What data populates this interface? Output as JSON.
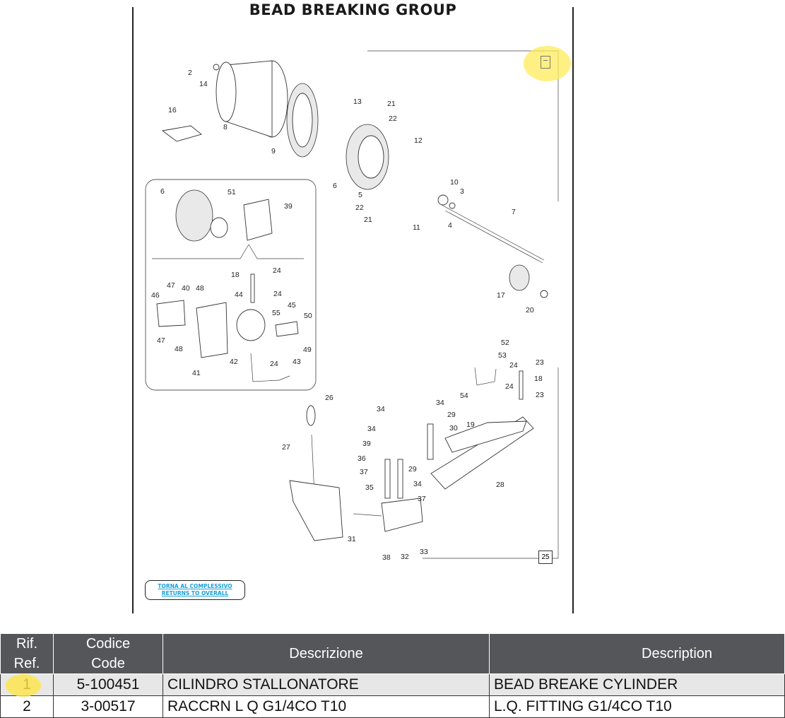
{
  "page": {
    "title": "BEAD BREAKING GROUP",
    "page_number": "25",
    "return_link_it": "TORNA AL COMPLESSIVO",
    "return_link_en": "RETURNS TO OVERALL",
    "highlight_color": "#ffe95a"
  },
  "diagram_labels": {
    "l2": "2",
    "l14": "14",
    "l16": "16",
    "l8": "8",
    "l9": "9",
    "l13": "13",
    "l21a": "21",
    "l22a": "22",
    "l12": "12",
    "l6a": "6",
    "l10": "10",
    "l3": "3",
    "l5": "5",
    "l22b": "22",
    "l21b": "21",
    "l11": "11",
    "l4": "4",
    "l7": "7",
    "l17": "17",
    "l20": "20",
    "l6b": "6",
    "l51": "51",
    "l39a": "39",
    "l18a": "18",
    "l24a": "24",
    "l47a": "47",
    "l40": "40",
    "l48a": "48",
    "l46": "46",
    "l44": "44",
    "l24b": "24",
    "l45": "45",
    "l55": "55",
    "l50": "50",
    "l47b": "47",
    "l48b": "48",
    "l49": "49",
    "l41": "41",
    "l42": "42",
    "l24c": "24",
    "l43": "43",
    "l52": "52",
    "l53": "53",
    "l24d": "24",
    "l23a": "23",
    "l24e": "24",
    "l18b": "18",
    "l23b": "23",
    "l26": "26",
    "l34a": "34",
    "l34b": "34",
    "l54": "54",
    "l34c": "34",
    "l29a": "29",
    "l19": "19",
    "l30": "30",
    "l39b": "39",
    "l36": "36",
    "l37a": "37",
    "l29b": "29",
    "l34d": "34",
    "l27": "27",
    "l28": "28",
    "l35": "35",
    "l37b": "37",
    "l31": "31",
    "l38": "38",
    "l32": "32",
    "l33": "33"
  },
  "table": {
    "headers": [
      {
        "it": "Rif.",
        "en": "Ref."
      },
      {
        "it": "Codice",
        "en": "Code"
      },
      {
        "it": "Descrizione",
        "en": ""
      },
      {
        "it": "Description",
        "en": ""
      }
    ],
    "rows": [
      {
        "ref": "1",
        "code": "5-100451",
        "desc_it": "CILINDRO STALLONATORE",
        "desc_en": "BEAD BREAKE CYLINDER"
      },
      {
        "ref": "2",
        "code": "3-00517",
        "desc_it": "RACCRN L Q G1/4CO T10",
        "desc_en": "L.Q. FITTING G1/4CO T10"
      }
    ]
  }
}
